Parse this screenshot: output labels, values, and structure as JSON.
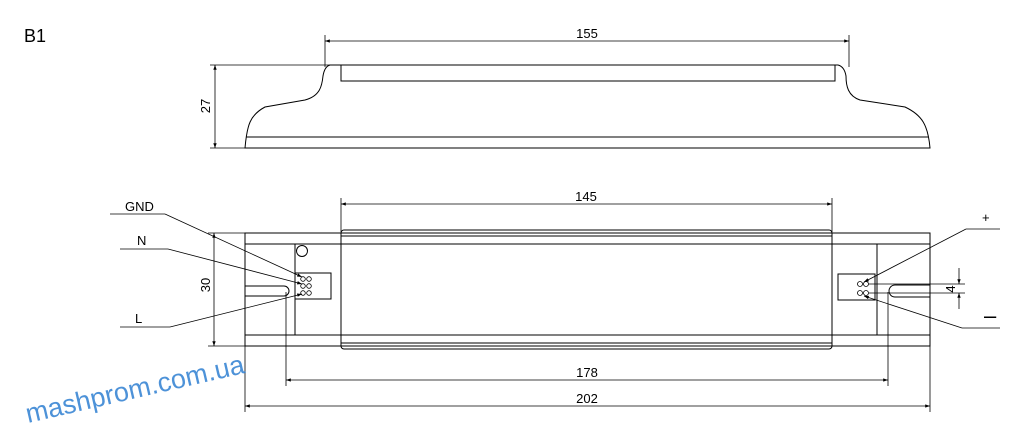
{
  "title": "B1",
  "dimensions": {
    "top_width": "155",
    "top_height": "27",
    "body_length": "145",
    "height": "30",
    "mount_holes": "178",
    "overall": "202",
    "terminal_pitch": "4"
  },
  "terminals": {
    "gnd": "GND",
    "n": "N",
    "l": "L",
    "plus": "+",
    "minus": "–"
  },
  "watermark": "mashprom.com.ua"
}
